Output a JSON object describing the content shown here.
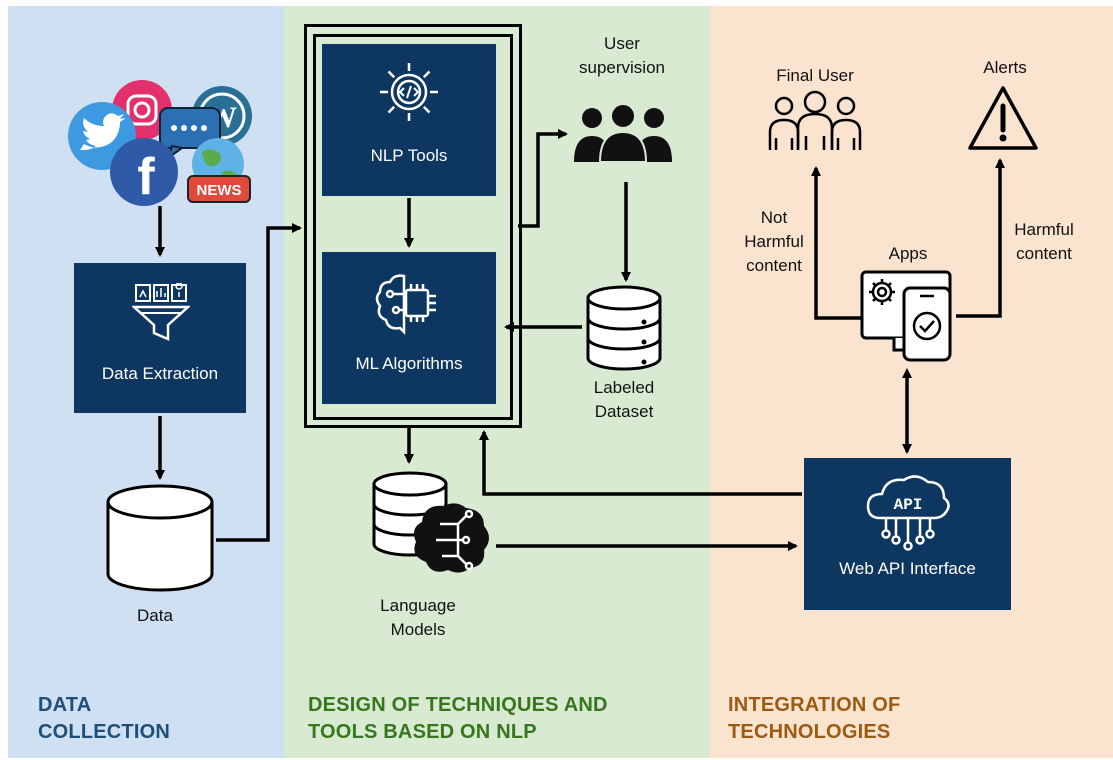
{
  "columns": {
    "data_collection": {
      "title": "DATA\nCOLLECTION",
      "color": "#1f4e79"
    },
    "nlp_design": {
      "title": "DESIGN OF TECHNIQUES AND\nTOOLS BASED ON NLP",
      "color": "#38761d"
    },
    "integration": {
      "title": "INTEGRATION OF\nTECHNOLOGIES",
      "color": "#9c5a12"
    }
  },
  "nodes": {
    "data_extraction": "Data Extraction",
    "data": "Data",
    "nlp_tools": "NLP Tools",
    "ml_algorithms": "ML Algorithms",
    "user_supervision": "User\nsupervision",
    "labeled_dataset": "Labeled\nDataset",
    "language_models": "Language\nModels",
    "web_api": "Web API Interface",
    "apps": "Apps",
    "final_user": "Final User",
    "alerts": "Alerts"
  },
  "edge_labels": {
    "not_harmful": "Not\nHarmful\ncontent",
    "harmful": "Harmful\ncontent"
  },
  "source_icons": {
    "news_badge": "NEWS",
    "facebook": "f",
    "api_badge": "API"
  },
  "colors": {
    "box": "#0d3660",
    "panel_blue": "#cfe0f3",
    "panel_green": "#d9ead3",
    "panel_orange": "#fbe4cf"
  }
}
